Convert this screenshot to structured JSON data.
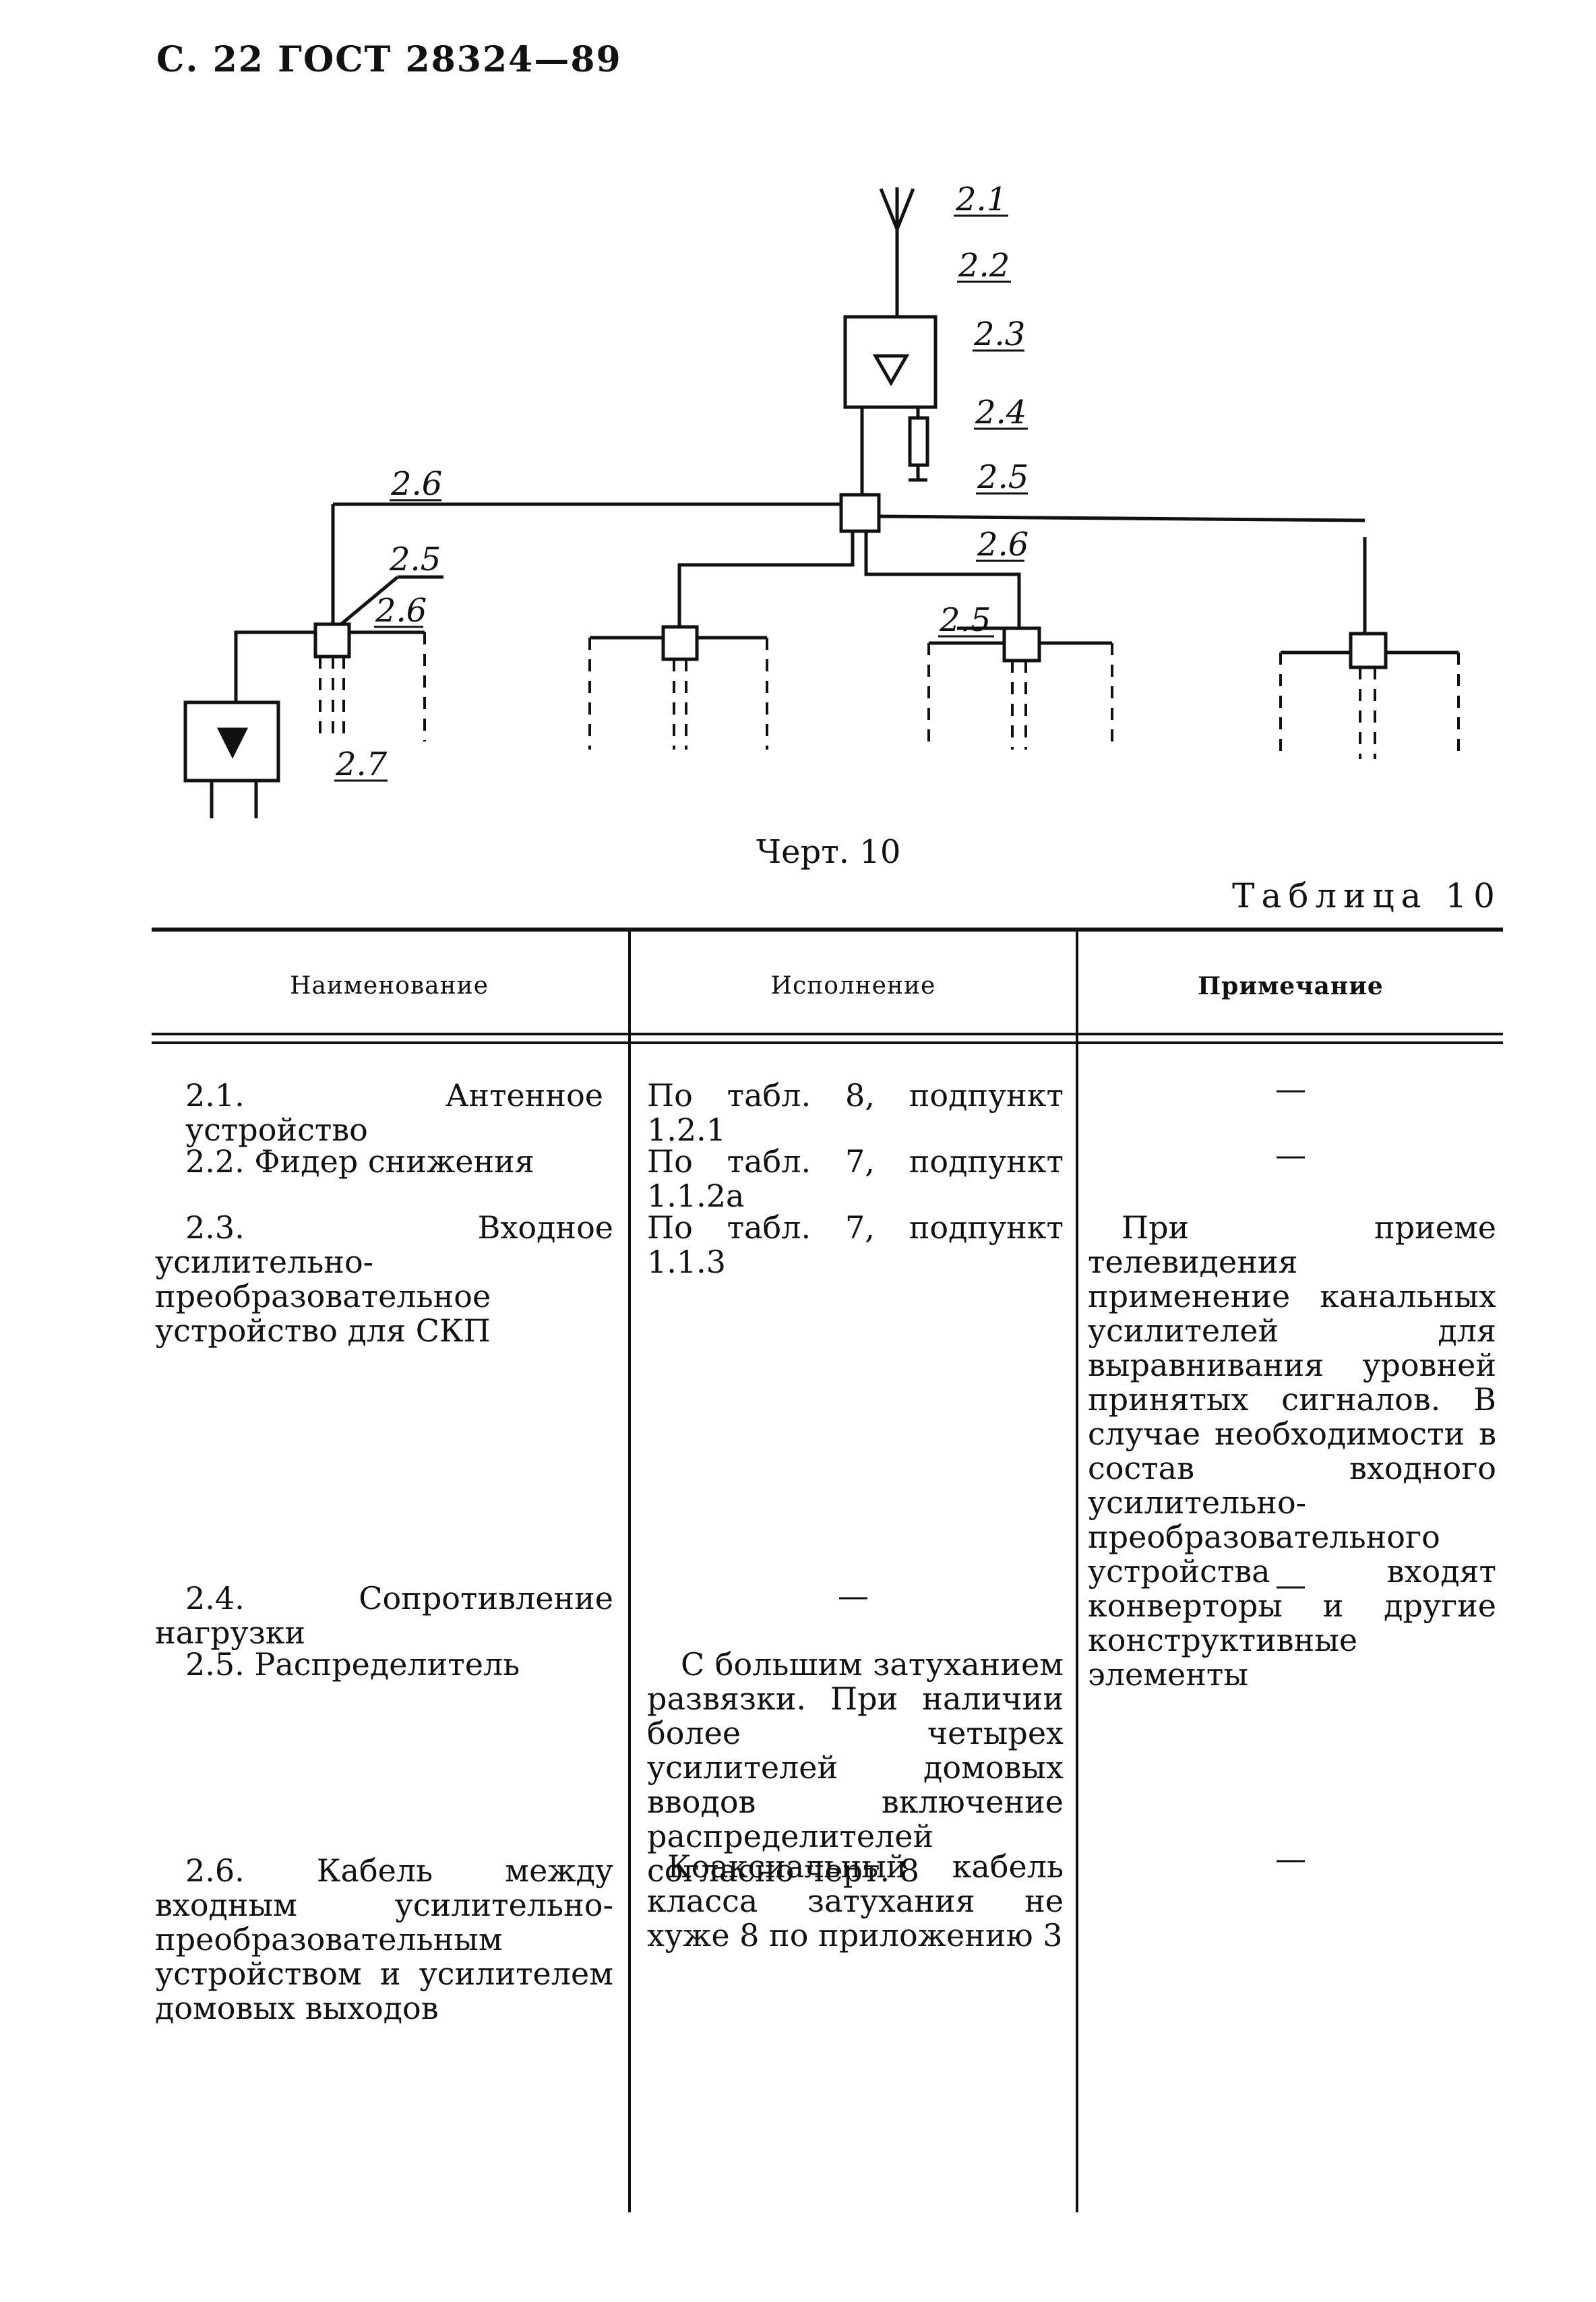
{
  "header": {
    "text": "С. 22 ГОСТ 28324—89"
  },
  "drawing": {
    "labels": {
      "antenna": "2.1",
      "feeder": "2.2",
      "input_device": "2.3",
      "load": "2.4",
      "splitter_main": "2.5",
      "cable_left": "2.6",
      "splitter_left": "2.5",
      "cable_short": "2.6",
      "cable_right": "2.6",
      "splitter_right": "2.5",
      "house_amp": "2.7"
    },
    "caption": "Черт. 10"
  },
  "table": {
    "number": "Таблица 10",
    "headers": [
      "Наименование",
      "Исполнение",
      "Примечание"
    ],
    "rows": [
      {
        "name": "2.1. Антенное устройство",
        "exec": "По табл. 8, подпункт 1.2.1",
        "note": "—"
      },
      {
        "name": "2.2. Фидер снижения",
        "exec": "По табл. 7, подпункт 1.1.2а",
        "note": "—"
      },
      {
        "name": "2.3. Входное усилительно-преобразовательное устройство для СКП",
        "exec": "По табл. 7, подпункт 1.1.3",
        "note": "При приеме телевидения применение канальных усилителей для выравнивания уровней принятых сигналов. В случае необходимости в состав входного усилительно-преобразовательного устройства входят конверторы и другие конструктивные элементы"
      },
      {
        "name": "2.4. Сопротивление нагрузки",
        "exec": "—",
        "note": "—"
      },
      {
        "name": "2.5. Распределитель",
        "exec": "С большим затуханием развязки. При наличии более четырех усилителей домовых вводов включение распределителей согласно черт. 8",
        "note": ""
      },
      {
        "name": "2.6. Кабель между входным усилительно-преобразовательным устройством и усилителем домовых выходов",
        "exec": "Коаксиальный кабель класса затухания не хуже 8 по приложению 3",
        "note": "—"
      }
    ]
  }
}
